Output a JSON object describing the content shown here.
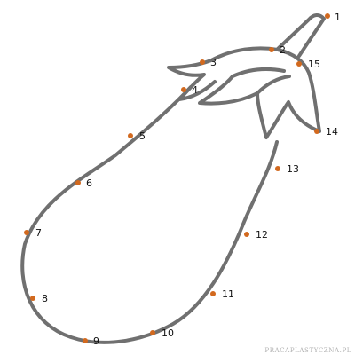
{
  "watermark": "PRACAPLASTYCZNA.PL",
  "colors": {
    "outline": "#707070",
    "dot": "#d2691e",
    "label": "#111111",
    "watermark": "#b0b0b0"
  },
  "points": [
    {
      "label": "1"
    },
    {
      "label": "2"
    },
    {
      "label": "3"
    },
    {
      "label": "4"
    },
    {
      "label": "5"
    },
    {
      "label": "6"
    },
    {
      "label": "7"
    },
    {
      "label": "8"
    },
    {
      "label": "9"
    },
    {
      "label": "10"
    },
    {
      "label": "11"
    },
    {
      "label": "12"
    },
    {
      "label": "13"
    },
    {
      "label": "14"
    },
    {
      "label": "15"
    }
  ]
}
